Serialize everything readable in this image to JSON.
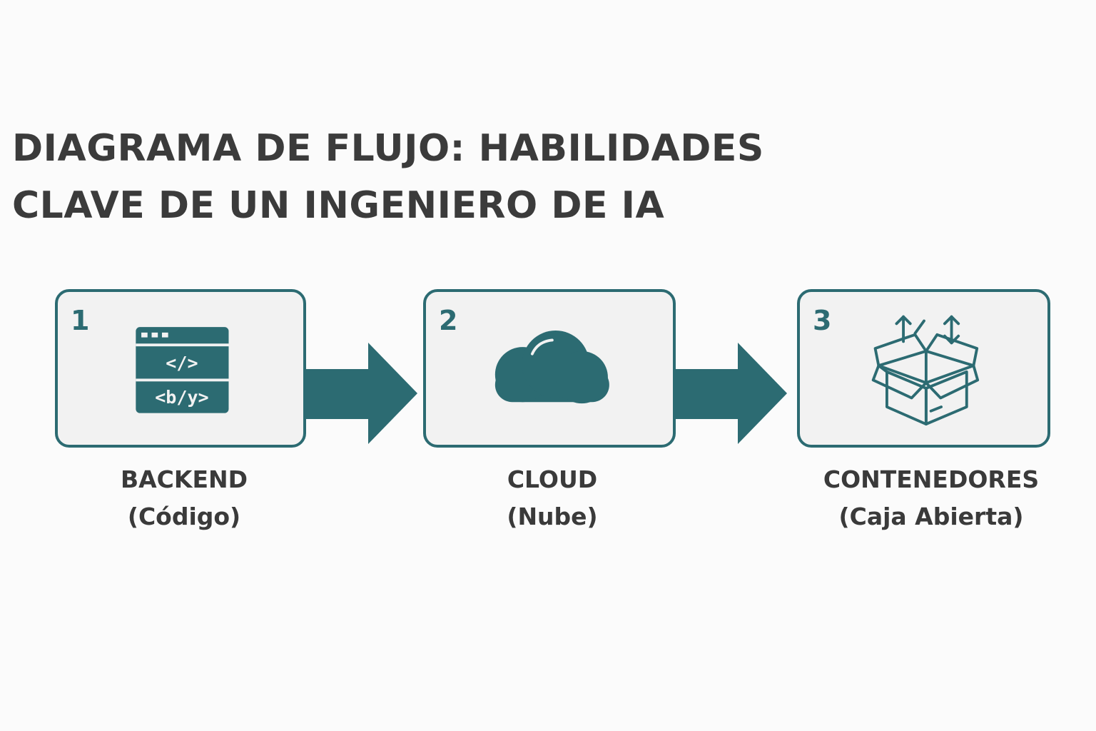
{
  "title": {
    "line1": "DIAGRAMA DE FLUJO: HABILIDADES",
    "line2": "CLAVE DE UN INGENIERO DE IA"
  },
  "colors": {
    "accent": "#2c6b72",
    "card_background": "#f2f2f2",
    "text": "#3a3a3a",
    "background": "#fbfbfb"
  },
  "steps": [
    {
      "number": "1",
      "icon": "code-window-icon",
      "code_line_1": "</>",
      "code_line_2": "<b/y>",
      "label": "BACKEND",
      "sublabel": "(Código)"
    },
    {
      "number": "2",
      "icon": "cloud-icon",
      "label": "CLOUD",
      "sublabel": "(Nube)"
    },
    {
      "number": "3",
      "icon": "open-box-icon",
      "label": "CONTENEDORES",
      "sublabel": "(Caja Abierta)"
    }
  ],
  "arrows": [
    {
      "from": "1",
      "to": "2",
      "icon": "right-arrow-icon"
    },
    {
      "from": "2",
      "to": "3",
      "icon": "right-arrow-icon"
    }
  ]
}
